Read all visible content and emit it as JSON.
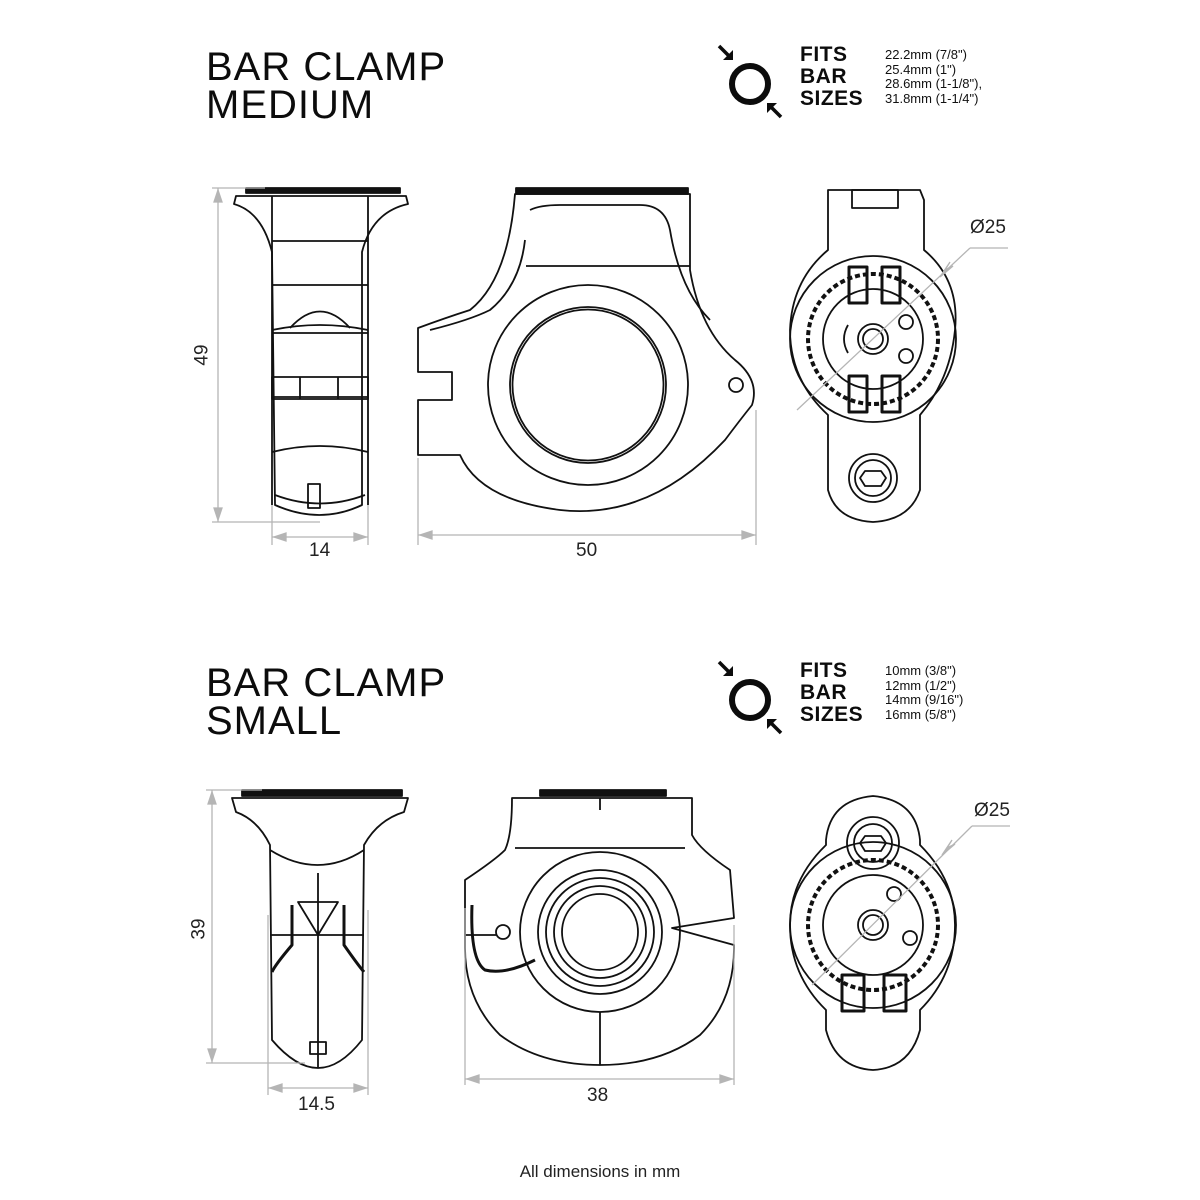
{
  "sections": [
    {
      "title_line1": "BAR CLAMP",
      "title_line2": "MEDIUM",
      "fits_label": [
        "FITS",
        "BAR",
        "SIZES"
      ],
      "bar_sizes": [
        "22.2mm (7/8\")",
        "25.4mm (1\")",
        "28.6mm (1-1/8\"),",
        "31.8mm (1-1/4\")"
      ],
      "dimensions": {
        "side_height": "49",
        "side_width": "14",
        "front_width": "50",
        "mount_diameter": "Ø25"
      }
    },
    {
      "title_line1": "BAR CLAMP",
      "title_line2": "SMALL",
      "fits_label": [
        "FITS",
        "BAR",
        "SIZES"
      ],
      "bar_sizes": [
        "10mm (3/8\")",
        "12mm (1/2\")",
        "14mm (9/16\")",
        "16mm (5/8\")"
      ],
      "dimensions": {
        "side_height": "39",
        "side_width": "14.5",
        "front_width": "38",
        "mount_diameter": "Ø25"
      }
    }
  ],
  "footer": "All dimensions in mm",
  "colors": {
    "line": "#111111",
    "dimension_line": "#b5b5b5",
    "background": "#ffffff"
  }
}
